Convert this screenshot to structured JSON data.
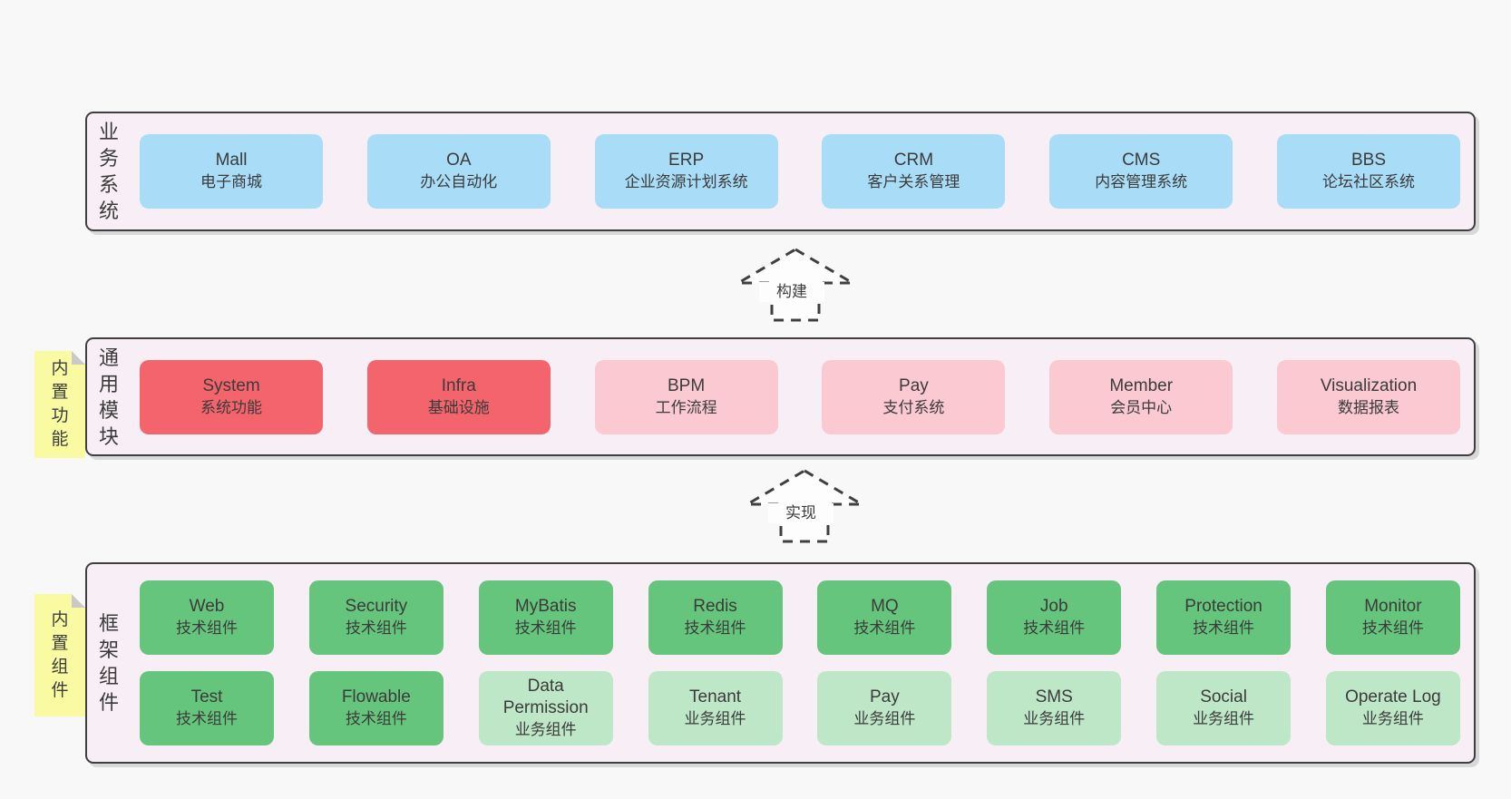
{
  "diagram": {
    "layers": {
      "business": {
        "label": "业务系统",
        "boxes": [
          {
            "name": "Mall",
            "desc": "电子商城",
            "color": "blue"
          },
          {
            "name": "OA",
            "desc": "办公自动化",
            "color": "blue"
          },
          {
            "name": "ERP",
            "desc": "企业资源计划系统",
            "color": "blue"
          },
          {
            "name": "CRM",
            "desc": "客户关系管理",
            "color": "blue"
          },
          {
            "name": "CMS",
            "desc": "内容管理系统",
            "color": "blue"
          },
          {
            "name": "BBS",
            "desc": "论坛社区系统",
            "color": "blue"
          }
        ]
      },
      "modules": {
        "label": "通用模块",
        "sticky": "内置功能",
        "boxes": [
          {
            "name": "System",
            "desc": "系统功能",
            "color": "red"
          },
          {
            "name": "Infra",
            "desc": "基础设施",
            "color": "red"
          },
          {
            "name": "BPM",
            "desc": "工作流程",
            "color": "pink"
          },
          {
            "name": "Pay",
            "desc": "支付系统",
            "color": "pink"
          },
          {
            "name": "Member",
            "desc": "会员中心",
            "color": "pink"
          },
          {
            "name": "Visualization",
            "desc": "数据报表",
            "color": "pink"
          }
        ]
      },
      "framework": {
        "label": "框架组件",
        "sticky": "内置组件",
        "row1": [
          {
            "name": "Web",
            "desc": "技术组件",
            "color": "green"
          },
          {
            "name": "Security",
            "desc": "技术组件",
            "color": "green"
          },
          {
            "name": "MyBatis",
            "desc": "技术组件",
            "color": "green"
          },
          {
            "name": "Redis",
            "desc": "技术组件",
            "color": "green"
          },
          {
            "name": "MQ",
            "desc": "技术组件",
            "color": "green"
          },
          {
            "name": "Job",
            "desc": "技术组件",
            "color": "green"
          },
          {
            "name": "Protection",
            "desc": "技术组件",
            "color": "green"
          },
          {
            "name": "Monitor",
            "desc": "技术组件",
            "color": "green"
          }
        ],
        "row2": [
          {
            "name": "Test",
            "desc": "技术组件",
            "color": "green"
          },
          {
            "name": "Flowable",
            "desc": "技术组件",
            "color": "green"
          },
          {
            "name": "Data Permission",
            "desc": "业务组件",
            "color": "green-light"
          },
          {
            "name": "Tenant",
            "desc": "业务组件",
            "color": "green-light"
          },
          {
            "name": "Pay",
            "desc": "业务组件",
            "color": "green-light"
          },
          {
            "name": "SMS",
            "desc": "业务组件",
            "color": "green-light"
          },
          {
            "name": "Social",
            "desc": "业务组件",
            "color": "green-light"
          },
          {
            "name": "Operate Log",
            "desc": "业务组件",
            "color": "green-light"
          }
        ]
      }
    },
    "arrows": [
      {
        "label": "构建"
      },
      {
        "label": "实现"
      }
    ],
    "colors": {
      "blue": "#a9dcf6",
      "red": "#f3646c",
      "pink": "#fac9d1",
      "green": "#66c57c",
      "green_light": "#bee7c8",
      "layer_background": "#f8eef6",
      "sticky_yellow": "#fafaa2",
      "border": "#3f3f3f",
      "page_background": "#f8f8f8"
    }
  }
}
